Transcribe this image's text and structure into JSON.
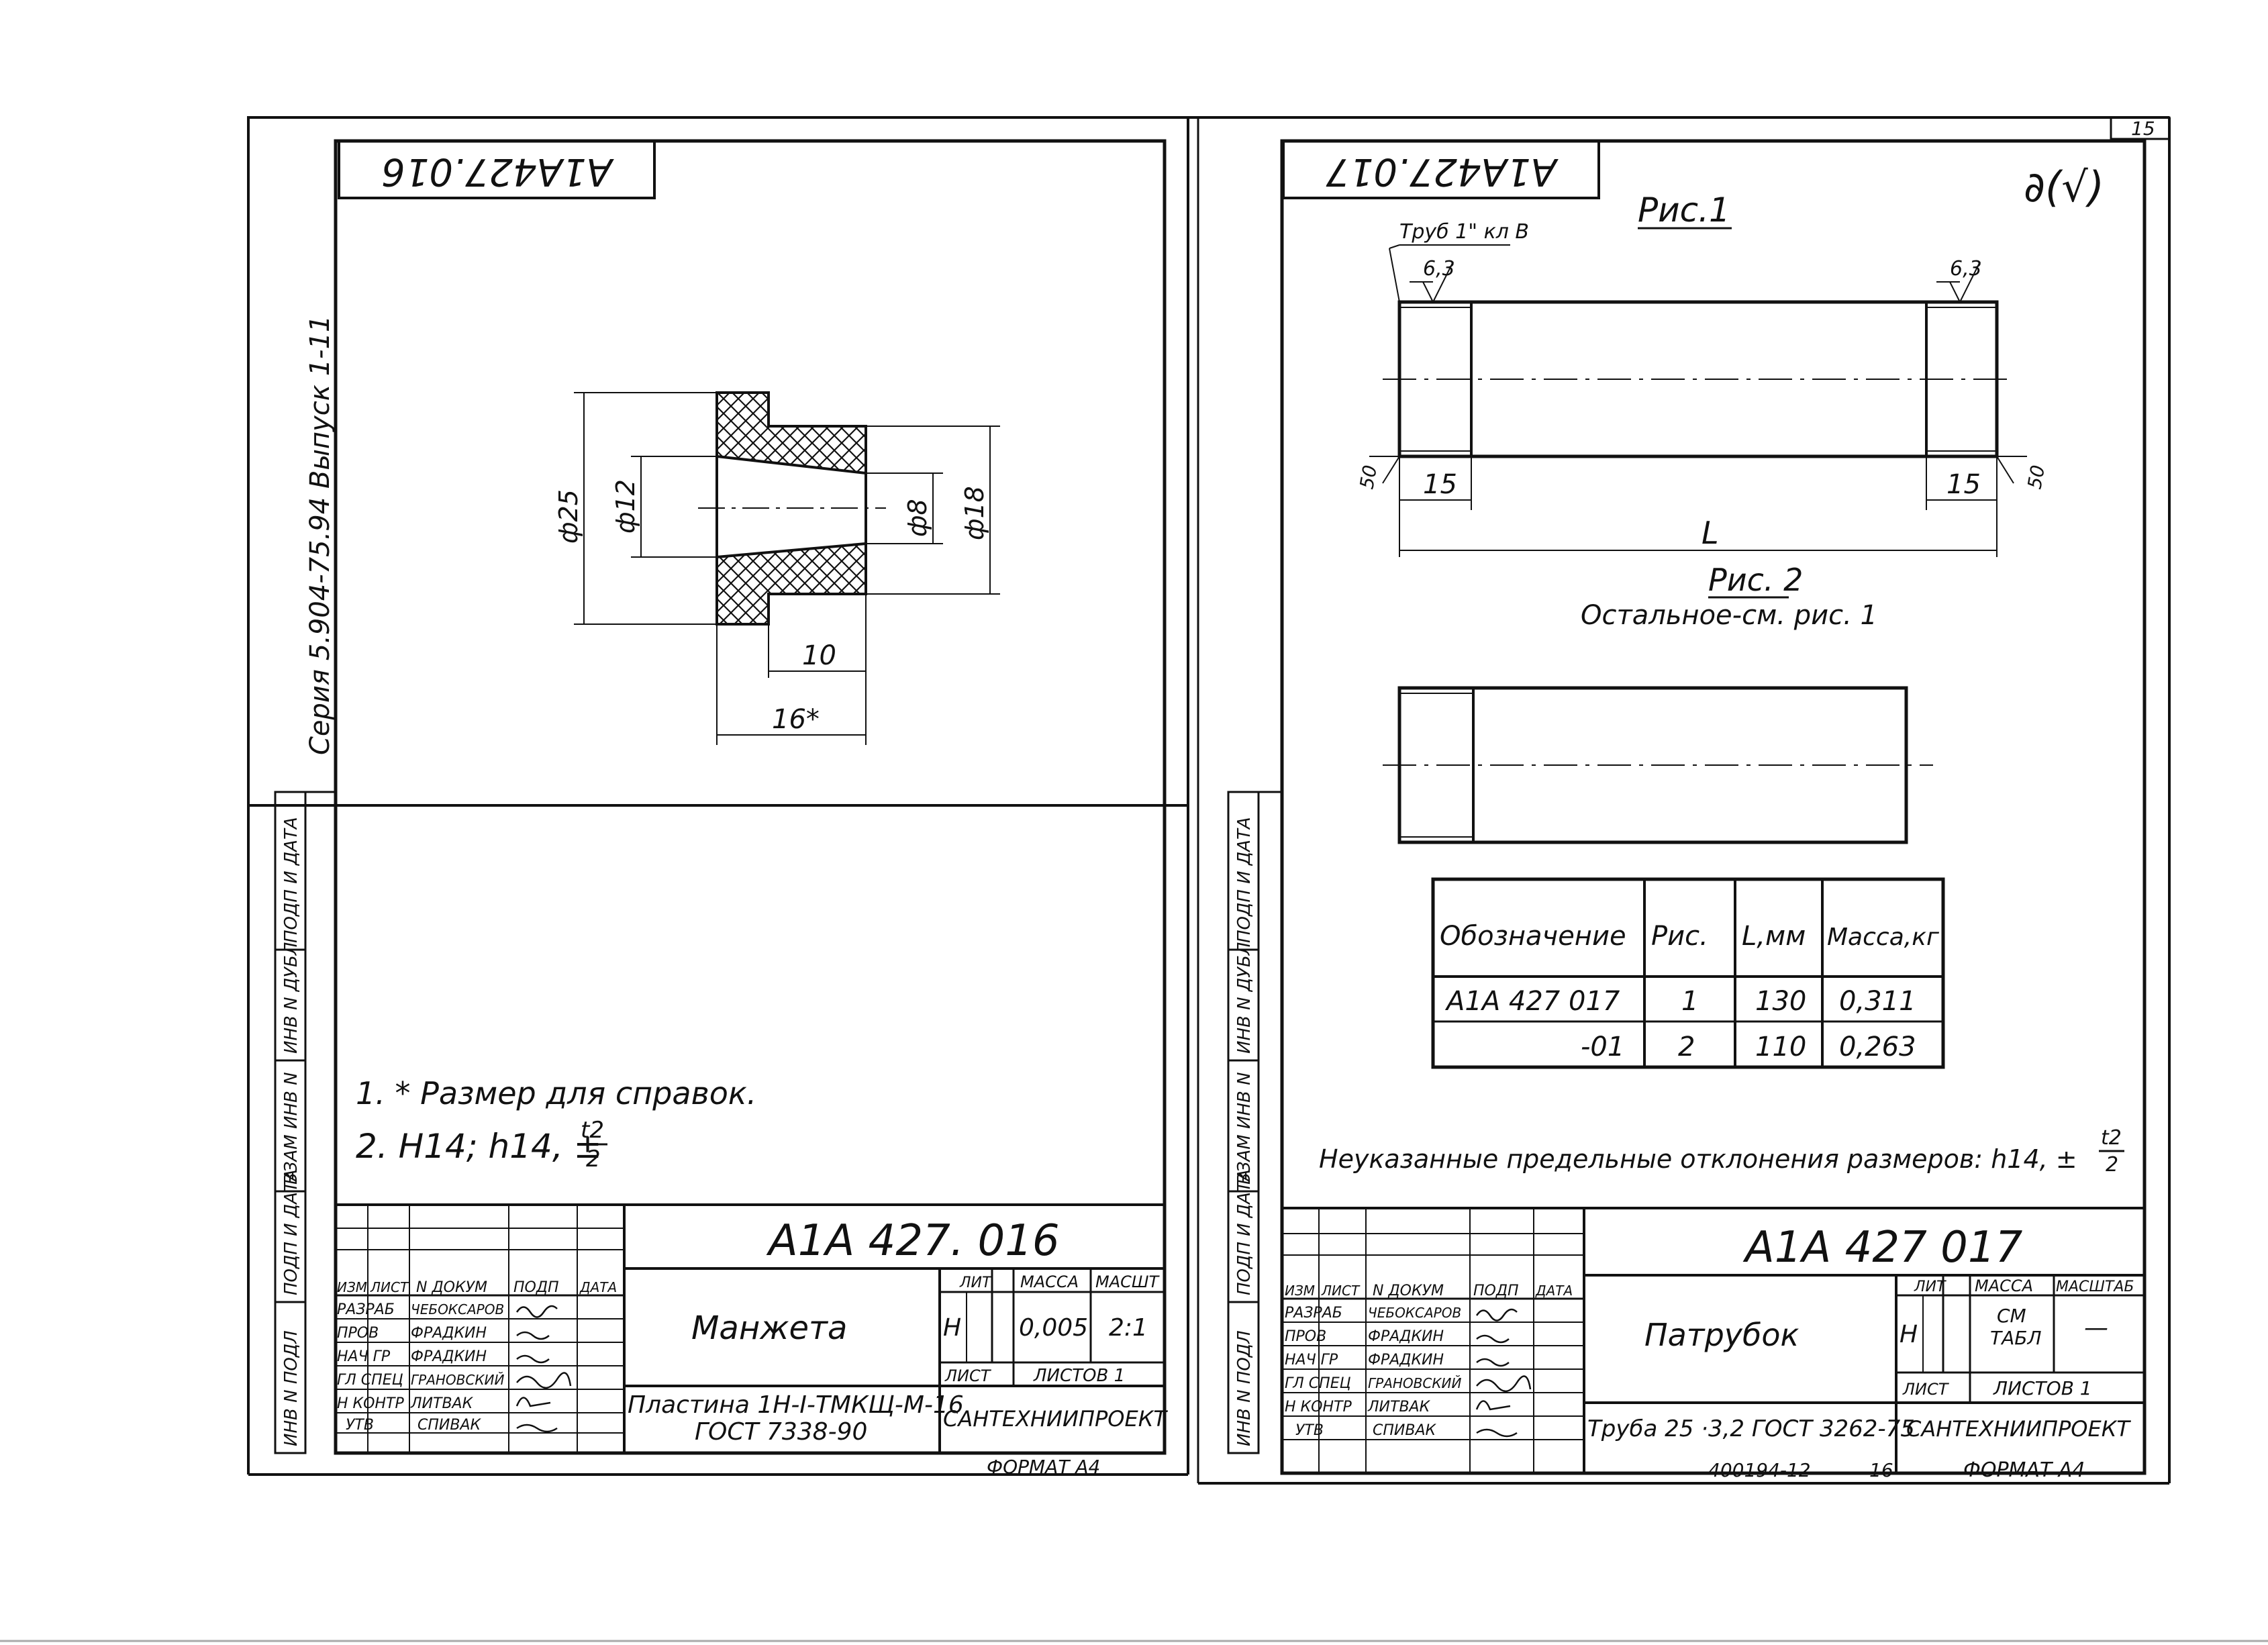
{
  "page_number": "15",
  "bottom_stamp": "400194-12",
  "bottom_stamp_page": "16",
  "series_label": "Серия 5.904-75.94  Выпуск 1-11",
  "left": {
    "top_code": "А1А427.016",
    "dimensions": {
      "d25": "ф25",
      "d12": "ф12",
      "d8": "ф8",
      "d18": "ф18",
      "len10": "10",
      "len16": "16*"
    },
    "notes": {
      "note1": "1. * Размер для справок.",
      "note2": "2. Н14; h14, ±",
      "frac_num": "t2",
      "frac_den": "2"
    },
    "title_block": {
      "code": "А1А 427. 016",
      "name": "Манжета",
      "material_line1": "Пластина 1Н-I-ТМКЩ-М-16",
      "material_line2": "ГОСТ 7338-90",
      "org": "САНТЕХНИИПРОЕКТ",
      "format": "ФОРМАТ А4",
      "lit_header": "ЛИТ",
      "mass_header": "МАССА",
      "scale_header": "МАСШТ",
      "lit_value": "Н",
      "mass_value": "0,005",
      "scale_value": "2:1",
      "sheet_label": "ЛИСТ",
      "sheets_label": "ЛИСТОВ 1",
      "header_cols": [
        "ИЗМ",
        "ЛИСТ",
        "N ДОКУМ",
        "ПОДП",
        "ДАТА"
      ],
      "roles": [
        "РАЗРАБ",
        "ПРОВ",
        "НАЧ ГР",
        "ГЛ СПЕЦ",
        "Н КОНТР",
        "УТВ"
      ],
      "names": [
        "ЧЕБОКСАРОВ",
        "ФРАДКИН",
        "ФРАДКИН",
        "ГРАНОВСКИЙ",
        "ЛИТВАК",
        "СПИВАК"
      ]
    },
    "side_stamp": [
      "ИНВ N ПОДЛ",
      "ПОДП И ДАТА",
      "ВЗАМ ИНВ N",
      "ИНВ N ДУБЛ",
      "ПОДП И ДАТА"
    ]
  },
  "right": {
    "top_code": "А1А427.017",
    "roughness_mark": "∂(√)",
    "fig1_label": "Рис.1",
    "fig2_label": "Рис. 2",
    "fig2_note": "Остальное-см. рис. 1",
    "pipe_label": "Труб 1\" кл В",
    "roughness1": "6,3",
    "roughness2": "6,3",
    "chamfer1": "50",
    "chamfer2": "50",
    "thread_len1": "15",
    "thread_len2": "15",
    "length_label": "L",
    "table": {
      "headers": [
        "Обозначение",
        "Рис.",
        "L,мм",
        "Масса,кг"
      ],
      "rows": [
        [
          "А1А 427 017",
          "1",
          "130",
          "0,311"
        ],
        [
          "-01",
          "2",
          "110",
          "0,263"
        ]
      ]
    },
    "tolerance_note": "Неуказанные предельные отклонения размеров: h14, ±",
    "frac_num": "t2",
    "frac_den": "2",
    "title_block": {
      "code": "А1А 427 017",
      "name": "Патрубок",
      "material": "Труба 25 ·3,2 ГОСТ 3262-75",
      "org": "САНТЕХНИИПРОЕКТ",
      "format": "ФОРМАТ А4",
      "lit_header": "ЛИТ",
      "mass_header": "МАССА",
      "scale_header": "МАСШТАБ",
      "lit_value": "Н",
      "mass_value_line1": "СМ",
      "mass_value_line2": "ТАБЛ",
      "scale_value": "—",
      "sheet_label": "ЛИСТ",
      "sheets_label": "ЛИСТОВ 1",
      "header_cols": [
        "ИЗМ",
        "ЛИСТ",
        "N ДОКУМ",
        "ПОДП",
        "ДАТА"
      ],
      "roles": [
        "РАЗРАБ",
        "ПРОВ",
        "НАЧ ГР",
        "ГЛ СПЕЦ",
        "Н КОНТР",
        "УТВ"
      ],
      "names": [
        "ЧЕБОКСАРОВ",
        "ФРАДКИН",
        "ФРАДКИН",
        "ГРАНОВСКИЙ",
        "ЛИТВАК",
        "СПИВАК"
      ]
    },
    "side_stamp": [
      "ИНВ N ПОДЛ",
      "ПОДП И ДАТА",
      "ВЗАМ ИНВ N",
      "ИНВ N ДУБЛ",
      "ПОДП И ДАТА"
    ]
  }
}
